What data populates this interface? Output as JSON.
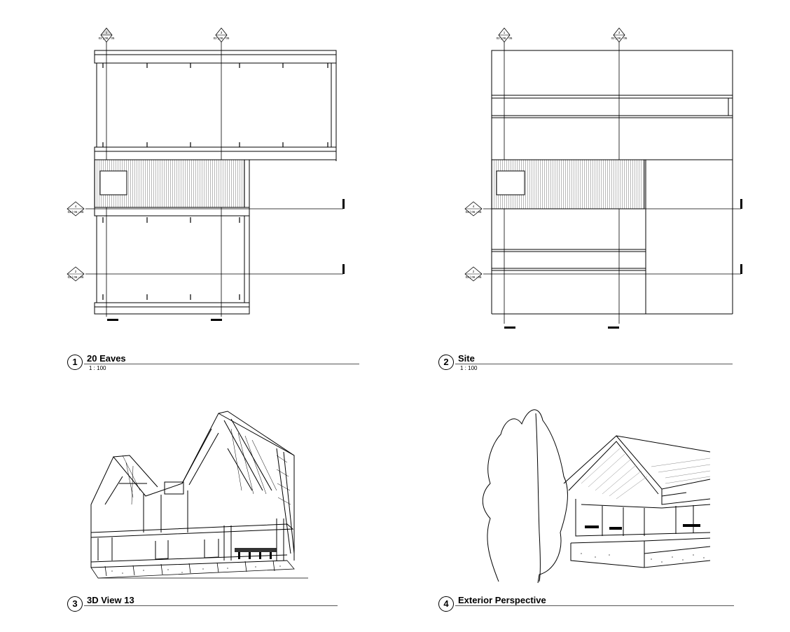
{
  "views": [
    {
      "number": "1",
      "name": "20 Eaves",
      "scale": "1 : 100"
    },
    {
      "number": "2",
      "name": "Site",
      "scale": "1 : 100"
    },
    {
      "number": "3",
      "name": "3D View 13",
      "scale": ""
    },
    {
      "number": "4",
      "name": "Exterior Perspective",
      "scale": ""
    }
  ],
  "grid_tags": {
    "top_a": {
      "id": "1",
      "ref": "02 | 06 - 05"
    },
    "top_b": {
      "id": "3",
      "ref": "02 | 06 - 05"
    },
    "left_a": {
      "id": "4",
      "ref": "02 | 06 - 06"
    },
    "left_b": {
      "id": "2",
      "ref": "02 | 06 - 06"
    }
  },
  "colors": {
    "line": "#000000",
    "hatch": "#bdbdbd",
    "paper": "#ffffff"
  }
}
